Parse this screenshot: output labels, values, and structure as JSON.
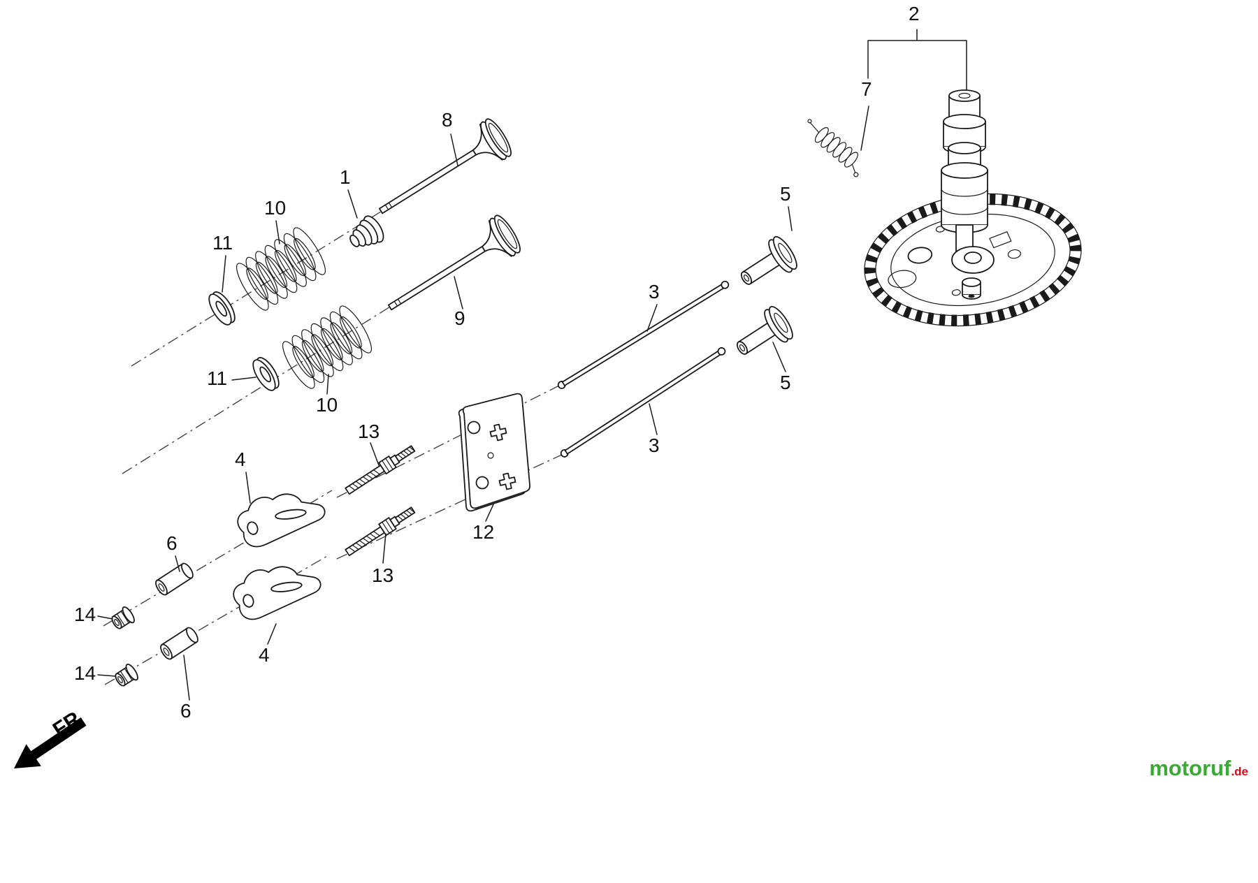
{
  "diagram": {
    "labels": [
      "2",
      "7",
      "5",
      "5",
      "8",
      "1",
      "9",
      "10",
      "10",
      "11",
      "11",
      "3",
      "3",
      "12",
      "13",
      "13",
      "4",
      "4",
      "6",
      "6",
      "14",
      "14"
    ],
    "fr_label": "FR"
  },
  "brand": {
    "name": "motoruf",
    "suffix": ".de",
    "name_color": "#3aaa35",
    "suffix_color": "#e30613"
  },
  "colors": {
    "line": "#1a1a1a",
    "axis": "#444444",
    "background": "#ffffff"
  }
}
